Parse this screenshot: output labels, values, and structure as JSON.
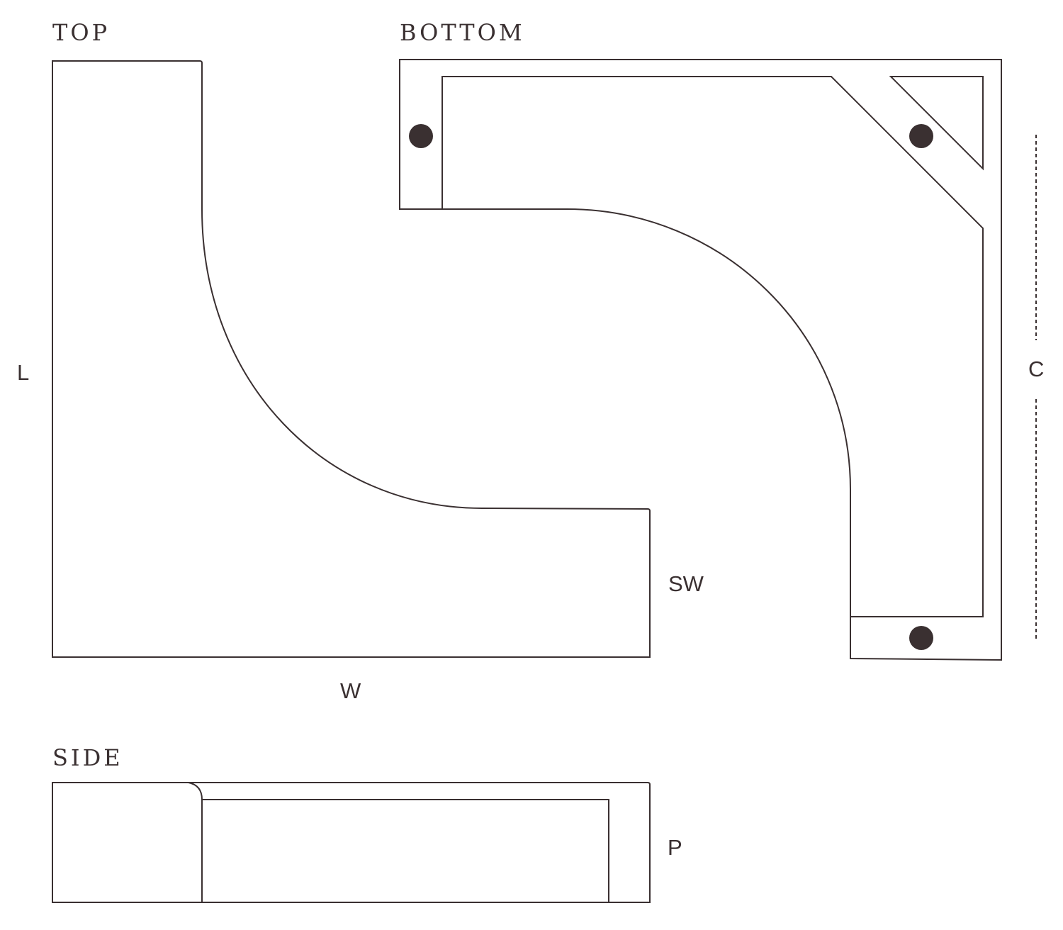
{
  "views": {
    "top": {
      "title": "TOP"
    },
    "bottom": {
      "title": "BOTTOM"
    },
    "side": {
      "title": "SIDE"
    }
  },
  "dimensions": {
    "length": "L",
    "width": "W",
    "seat_width": "SW",
    "corner": "C",
    "profile": "P"
  },
  "colors": {
    "line": "#3a3031",
    "background": "#ffffff"
  }
}
